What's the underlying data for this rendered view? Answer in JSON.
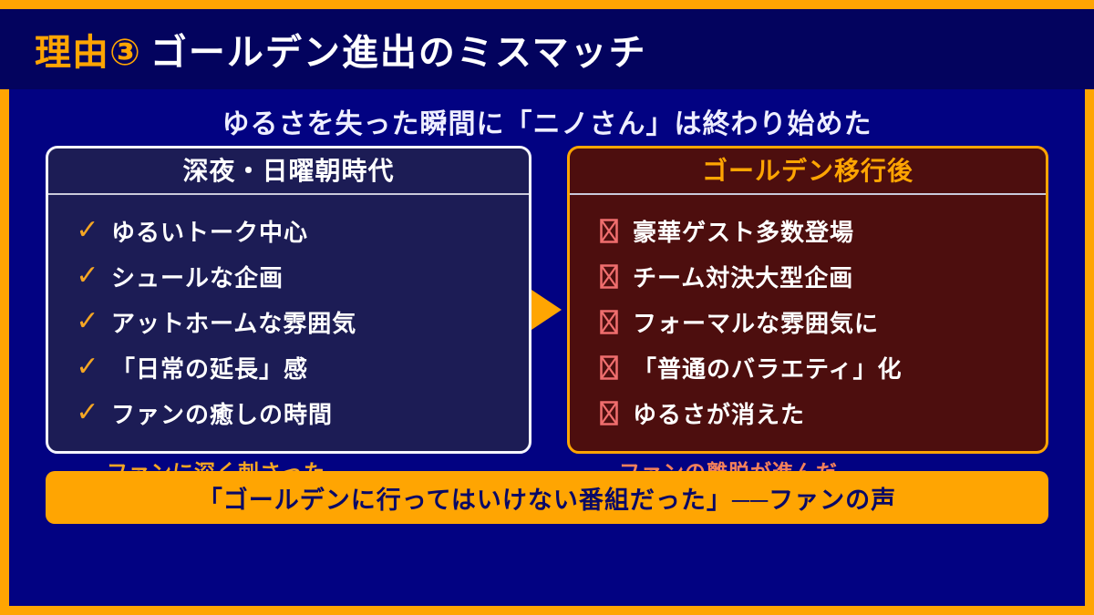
{
  "header": {
    "badge": "理由③",
    "title": "ゴールデン進出のミスマッチ"
  },
  "subtitle": "ゆるさを失った瞬間に「ニノさん」は終わり始めた",
  "left_box": {
    "title": "深夜・日曜朝時代",
    "items": [
      "ゆるいトーク中心",
      "シュールな企画",
      "アットホームな雰囲気",
      "「日常の延長」感",
      "ファンの癒しの時間"
    ],
    "footnote": "→ファンに深く刺さった"
  },
  "right_box": {
    "title": "ゴールデン移行後",
    "items": [
      "豪華ゲスト多数登場",
      "チーム対決大型企画",
      "フォーマルな雰囲気に",
      "「普通のバラエティ」化",
      "ゆるさが消えた"
    ],
    "footnote": "→ファンの離脱が進んだ"
  },
  "banner": "「ゴールデンに行ってはいけない番組だった」──ファンの声",
  "icons": {
    "check": "✓",
    "cross": "boxed-x-mark",
    "arrow": "right-triangle"
  },
  "colors": {
    "accent_orange": "#FFA502",
    "header_navy": "#03035E",
    "body_blue": "#020282",
    "left_box_navy": "#1C1C55",
    "right_box_maroon": "#4D0E0E",
    "check_orange": "#F5A623",
    "cross_red": "#F06E6E",
    "banner_text_navy": "#0A0A66"
  }
}
